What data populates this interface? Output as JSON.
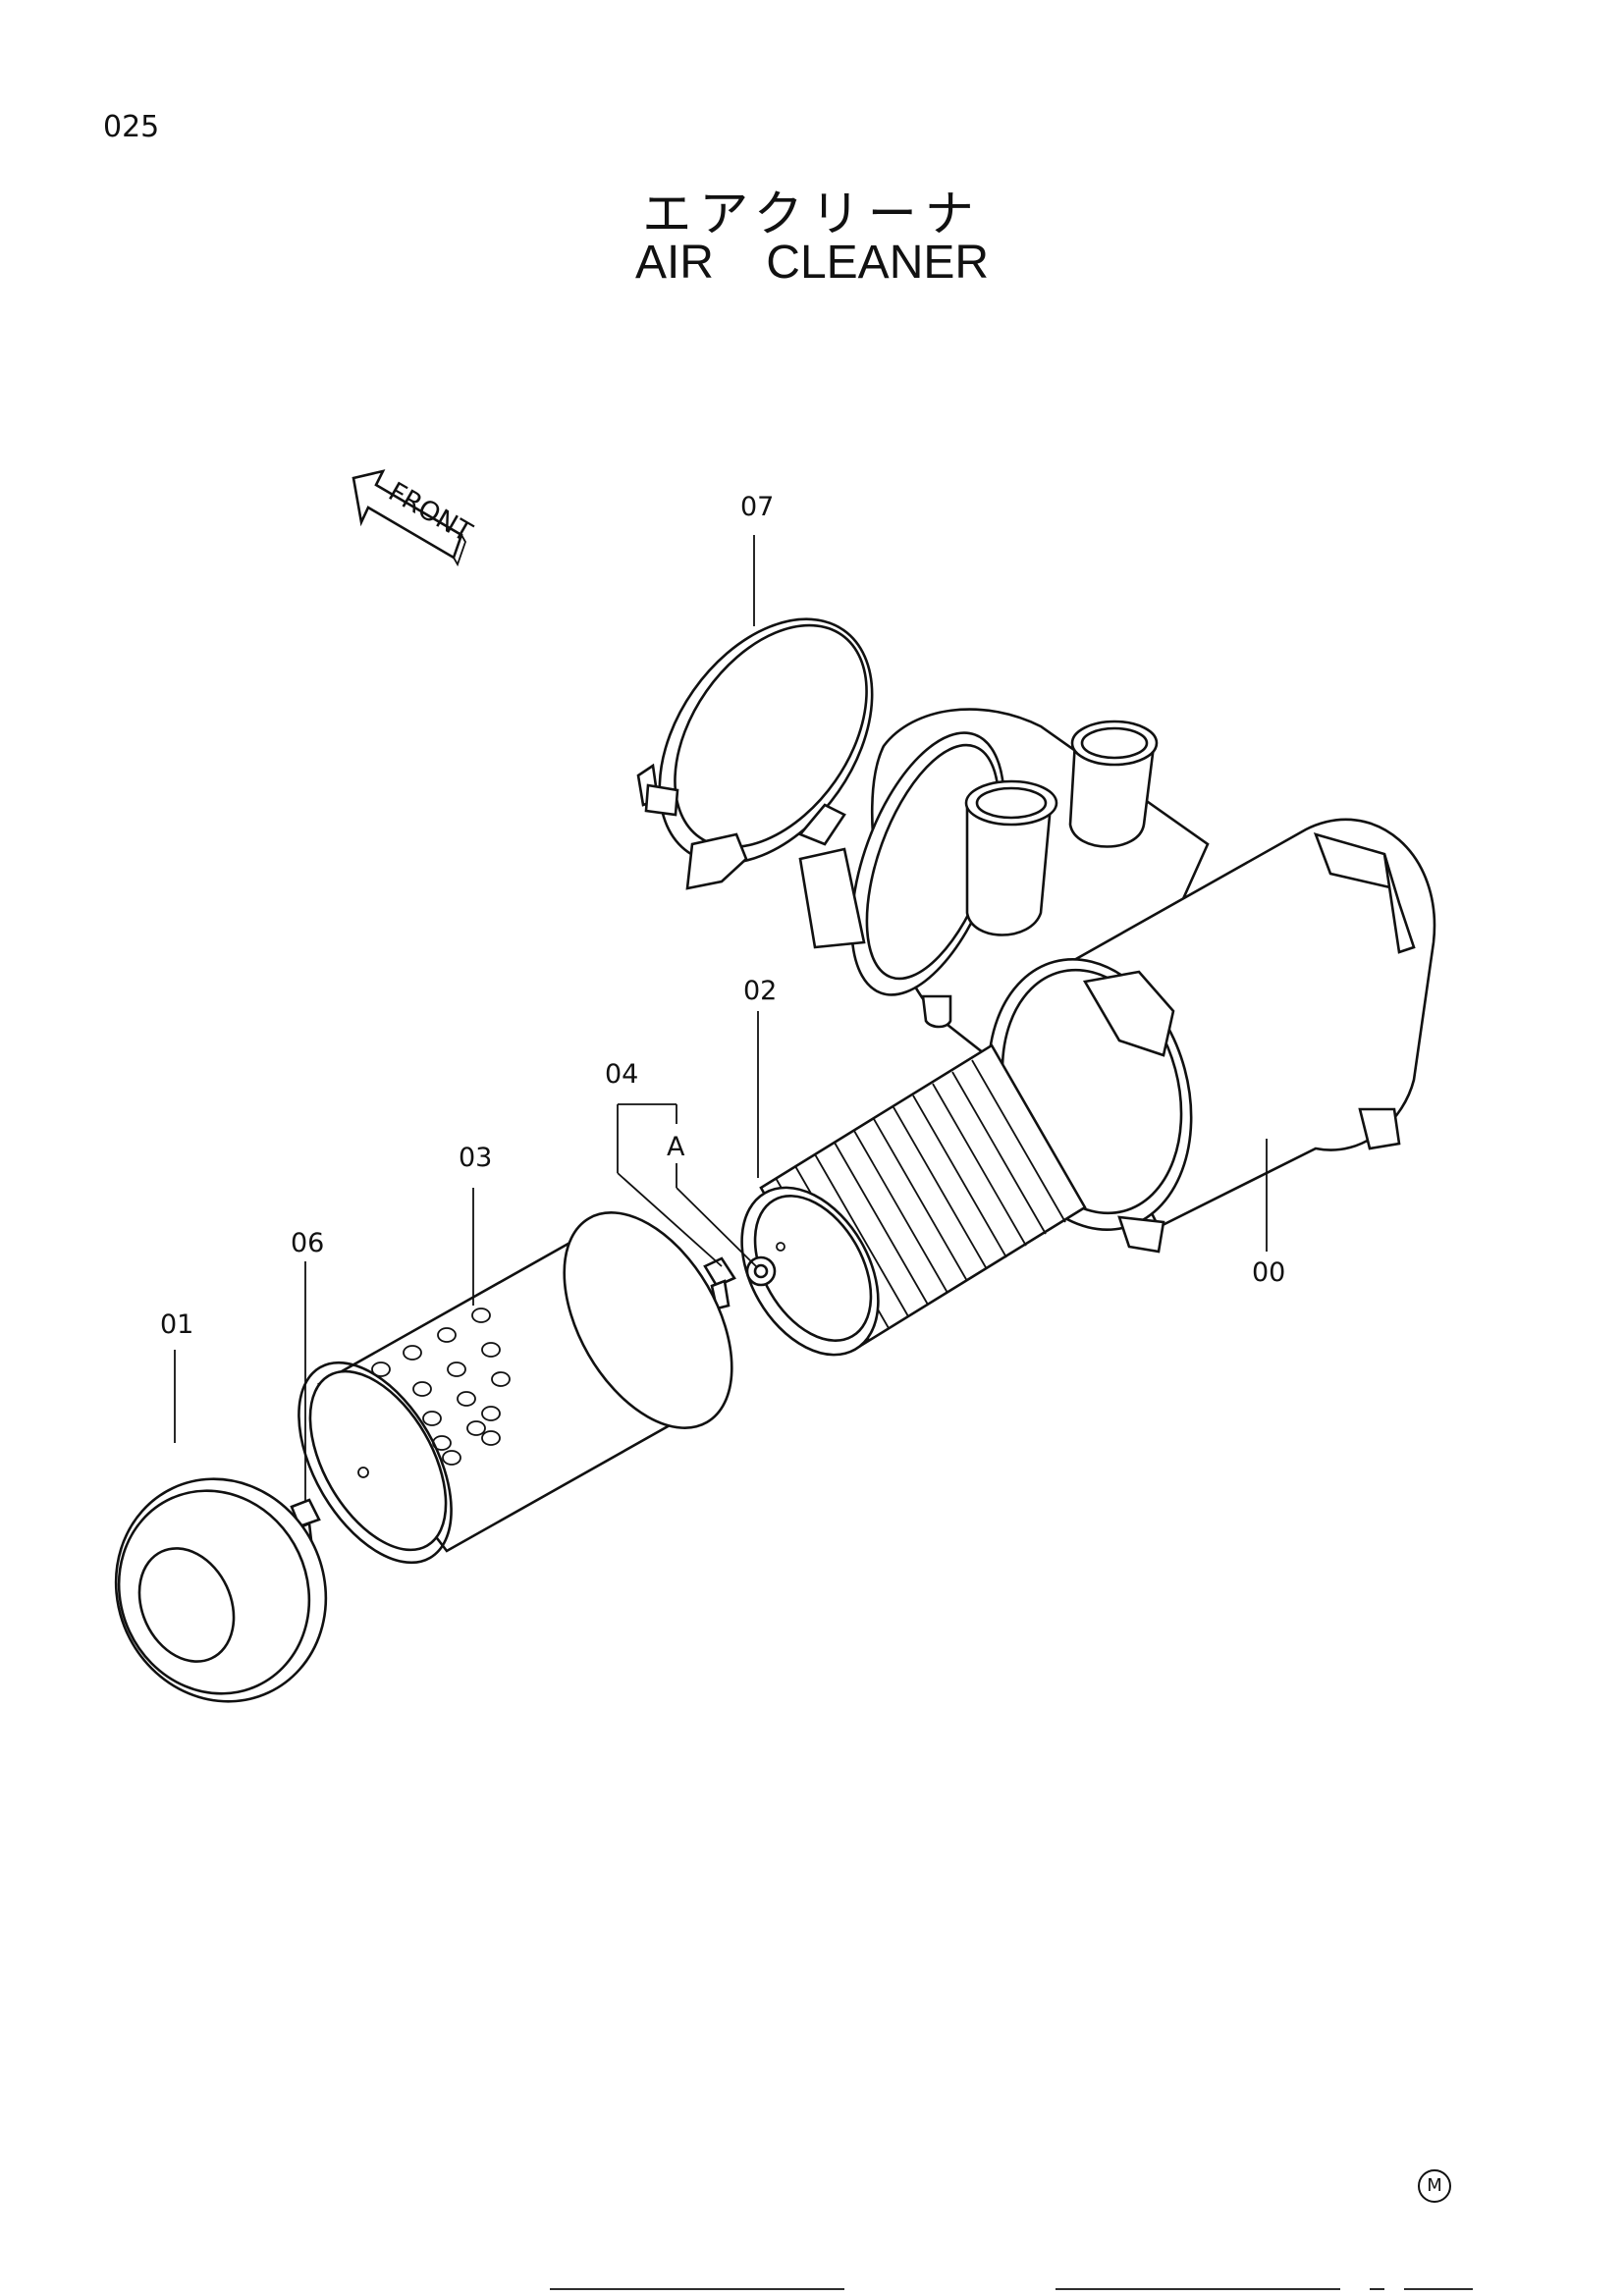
{
  "page_number": "025",
  "title_jp": "エアクリーナ",
  "title_en": "AIR   CLEANER",
  "front_label": "FRONT",
  "mark": "M",
  "callouts": [
    {
      "id": "00"
    },
    {
      "id": "01"
    },
    {
      "id": "02"
    },
    {
      "id": "03"
    },
    {
      "id": "04"
    },
    {
      "id": "06"
    },
    {
      "id": "07"
    }
  ],
  "detail_ref": "A"
}
